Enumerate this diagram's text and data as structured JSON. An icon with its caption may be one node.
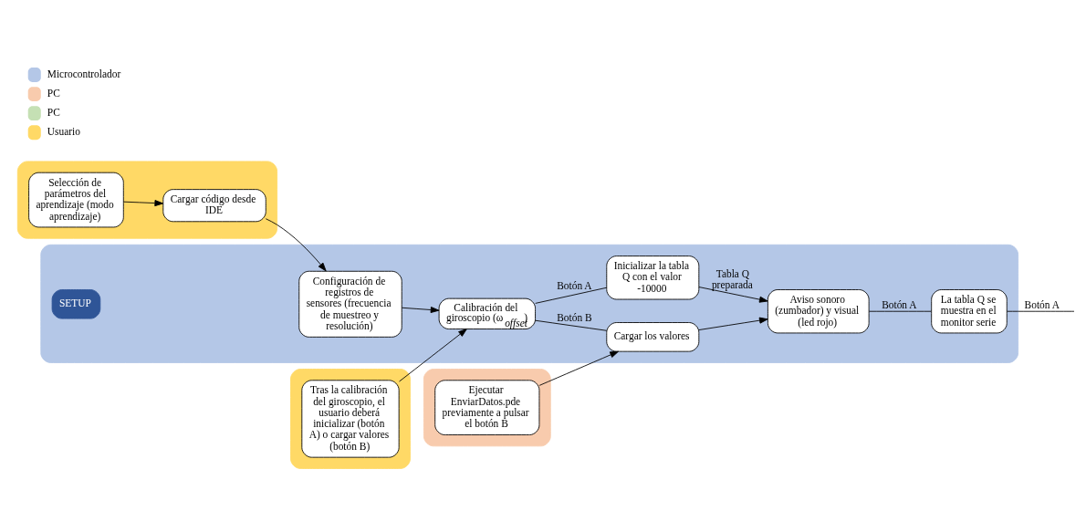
{
  "diagram": {
    "nodes": [
      {
        "text": [],
        "shape": "box"
      },
      {
        "text": [
          "Selección de parámetros del aprendizaje (modo aprendizaje)"
        ],
        "in": 0
      },
      {
        "text": [
          "Cargar código desde IDE"
        ],
        "in": 0
      },
      {
        "text": [],
        "shape": "box"
      },
      {
        "text": [
          "Tras la calibración del giroscopio, el usuario deberá inicializar (botón A) o cargar valores (botón B)"
        ],
        "in": 3
      },
      {
        "text": [],
        "shape": "box"
      },
      {
        "text": [
          "Configuración de registros de sensores (frecuencia de muestreo y resolución)"
        ],
        "in": 5
      },
      {
        "text": [
          "Calibración del giroscopio (ω$_{offset}$)"
        ],
        "in": 5
      },
      {
        "text": [
          "Inicializar la tabla Q con el valor -10000"
        ],
        "in": 5
      },
      {
        "text": [
          "Cargar los valores"
        ],
        "in": 5
      },
      {
        "text": [
          "Aviso sonoro (zumbador) y visual (led rojo)"
        ],
        "in": 5
      },
      {
        "text": [
          "La tabla Q se muestra en el monitor serie"
        ],
        "in": 5
      },
      {
        "text": [
          "SETUP"
        ],
        "in": 5
      },
      {
        "text": [],
        "shape": "box"
      },
      {
        "text": [
          "Ejecutar EnviarDatos.pde previamente a pulsar el botón B"
        ],
        "in": 13
      }
    ],
    "edges": [
      {
        "from": 1,
        "to": 2,
        "arrow": "to"
      },
      {
        "from": 2,
        "to": 6,
        "arrow": "to"
      },
      {
        "from": 4,
        "to": 7,
        "arrow": "to"
      },
      {
        "from": 6,
        "to": 7,
        "arrow": "to"
      },
      {
        "from": 7,
        "to": 8,
        "arrow": "none",
        "label": "Botón A"
      },
      {
        "from": 7,
        "to": 9,
        "arrow": "none",
        "label": "Botón B"
      },
      {
        "from": 8,
        "to": 10,
        "arrow": "to",
        "label": "Tabla Q preparada"
      },
      {
        "from": 9,
        "to": 10,
        "arrow": "to"
      },
      {
        "from": 10,
        "to": 11,
        "arrow": "none",
        "label": "Botón A"
      },
      {
        "from": 11,
        "to": null,
        "arrow": "none",
        "label": "Botón A"
      },
      {
        "from": 14,
        "to": 9,
        "arrow": "to"
      }
    ],
    "legend": [
      {
        "text": "Microcontrolador",
        "color": "#b4c7e7"
      },
      {
        "text": "PC",
        "color": "#f8cbad"
      },
      {
        "text": "PC",
        "color": "#c5e0b4"
      },
      {
        "text": "Usuario",
        "color": "#ffd966"
      }
    ]
  }
}
